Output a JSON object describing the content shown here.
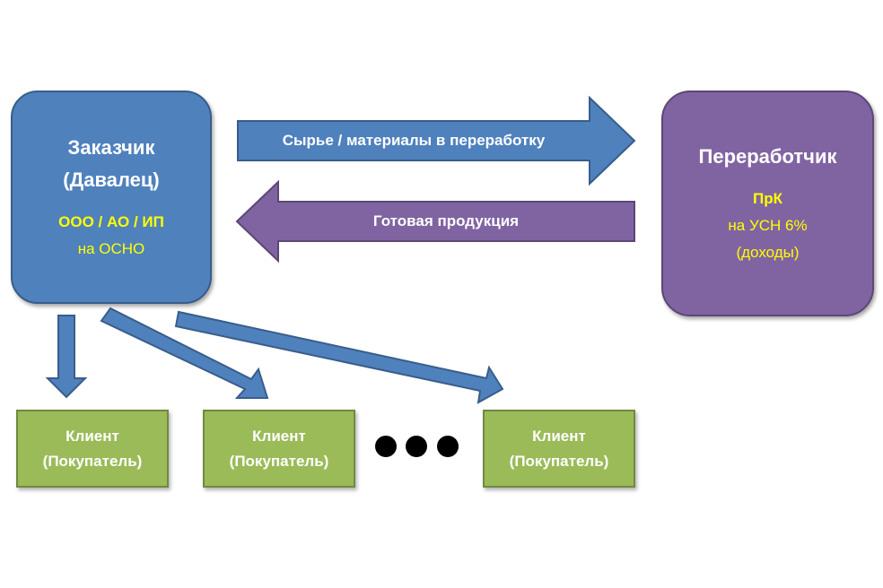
{
  "customer": {
    "title_line1": "Заказчик",
    "title_line2": "(Давалец)",
    "forms": "ООО / АО / ИП",
    "tax": "на ОСНО",
    "fill": "#4f81bd"
  },
  "processor": {
    "title": "Переработчик",
    "form": "ПрК",
    "tax_line1": "на УСН 6%",
    "tax_line2": "(доходы)",
    "fill": "#8064a2"
  },
  "arrows": {
    "to_processor": "Сырье / материалы в переработку",
    "to_customer": "Готовая продукция"
  },
  "clients": [
    {
      "line1": "Клиент",
      "line2": "(Покупатель)"
    },
    {
      "line1": "Клиент",
      "line2": "(Покупатель)"
    },
    {
      "line1": "Клиент",
      "line2": "(Покупатель)"
    }
  ],
  "colors": {
    "blue_arrow": "#4f81bd",
    "purple_arrow": "#8064a2",
    "client_fill": "#9bbb59",
    "accent_text": "#ffff00"
  }
}
